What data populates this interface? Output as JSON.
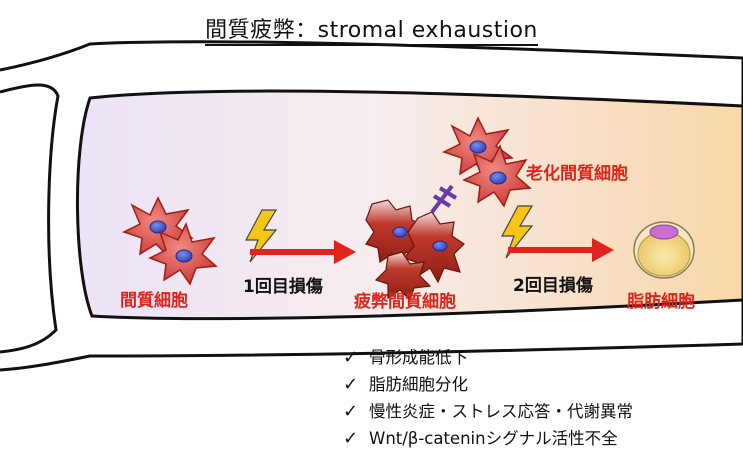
{
  "title": "間質疲弊：stromal exhaustion",
  "labels": {
    "stromal_cell": "間質細胞",
    "first_injury": "1回目損傷",
    "exhausted_cell": "疲弊間質細胞",
    "second_injury": "2回目損傷",
    "adipocyte": "脂肪細胞",
    "senescent_cell": "老化間質細胞"
  },
  "consequences": [
    "骨形成能低下",
    "脂肪細胞分化",
    "慢性炎症・ストレス応答・代謝異常",
    "Wnt/β-cateninシグナル活性不全"
  ],
  "colors": {
    "accent_red": "#e0241b",
    "cell_red": "#d9463f",
    "nucleus_blue": "#3b4fc8",
    "bolt_yellow": "#f5c518",
    "adipocyte_yellow": "#f3d98a",
    "adipocyte_nucleus": "#c86fd1",
    "inhibit_purple": "#6a3aa8"
  }
}
